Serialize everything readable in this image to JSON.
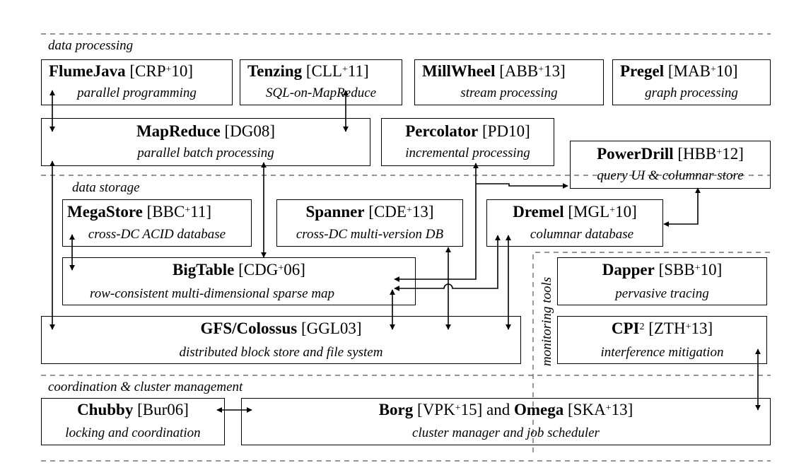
{
  "sections": {
    "data_processing": "data processing",
    "data_storage": "data storage",
    "monitoring_tools": "monitoring tools",
    "coordination": "coordination & cluster management"
  },
  "boxes": {
    "flumejava": {
      "name": "FlumeJava",
      "cite_pre": "[CRP",
      "sup": "+",
      "cite_post": "10]",
      "desc": "parallel programming"
    },
    "tenzing": {
      "name": "Tenzing",
      "cite_pre": "[CLL",
      "sup": "+",
      "cite_post": "11]",
      "desc": "SQL-on-MapReduce"
    },
    "millwheel": {
      "name": "MillWheel",
      "cite_pre": "[ABB",
      "sup": "+",
      "cite_post": "13]",
      "desc": "stream processing"
    },
    "pregel": {
      "name": "Pregel",
      "cite_pre": "[MAB",
      "sup": "+",
      "cite_post": "10]",
      "desc": "graph processing"
    },
    "mapreduce": {
      "name": "MapReduce",
      "cite_pre": "[DG08]",
      "sup": "",
      "cite_post": "",
      "desc": "parallel batch processing"
    },
    "percolator": {
      "name": "Percolator",
      "cite_pre": "[PD10]",
      "sup": "",
      "cite_post": "",
      "desc": "incremental processing"
    },
    "powerdrill": {
      "name": "PowerDrill",
      "cite_pre": "[HBB",
      "sup": "+",
      "cite_post": "12]",
      "desc": "query UI & columnar store"
    },
    "megastore": {
      "name": "MegaStore",
      "cite_pre": "[BBC",
      "sup": "+",
      "cite_post": "11]",
      "desc": "cross-DC ACID database"
    },
    "spanner": {
      "name": "Spanner",
      "cite_pre": "[CDE",
      "sup": "+",
      "cite_post": "13]",
      "desc": "cross-DC multi-version DB"
    },
    "dremel": {
      "name": "Dremel",
      "cite_pre": "[MGL",
      "sup": "+",
      "cite_post": "10]",
      "desc": "columnar database"
    },
    "bigtable": {
      "name": "BigTable",
      "cite_pre": "[CDG",
      "sup": "+",
      "cite_post": "06]",
      "desc": "row-consistent multi-dimensional sparse map"
    },
    "dapper": {
      "name": "Dapper",
      "cite_pre": "[SBB",
      "sup": "+",
      "cite_post": "10]",
      "desc": "pervasive tracing"
    },
    "gfs": {
      "name": "GFS/Colossus",
      "cite_pre": "[GGL03]",
      "sup": "",
      "cite_post": "",
      "desc": "distributed block store and file system"
    },
    "cpi2": {
      "name": "CPI",
      "name_sup": "2",
      "cite_pre": "[ZTH",
      "sup": "+",
      "cite_post": "13]",
      "desc": "interference mitigation"
    },
    "chubby": {
      "name": "Chubby",
      "cite_pre": "[Bur06]",
      "sup": "",
      "cite_post": "",
      "desc": "locking and coordination"
    },
    "borg": {
      "name": "Borg",
      "cite_pre": "[VPK",
      "sup": "+",
      "cite_post": "15]",
      "joiner": "and",
      "name2": "Omega",
      "cite2_pre": "[SKA",
      "sup2": "+",
      "cite2_post": "13]",
      "desc": "cluster manager and job scheduler"
    }
  }
}
